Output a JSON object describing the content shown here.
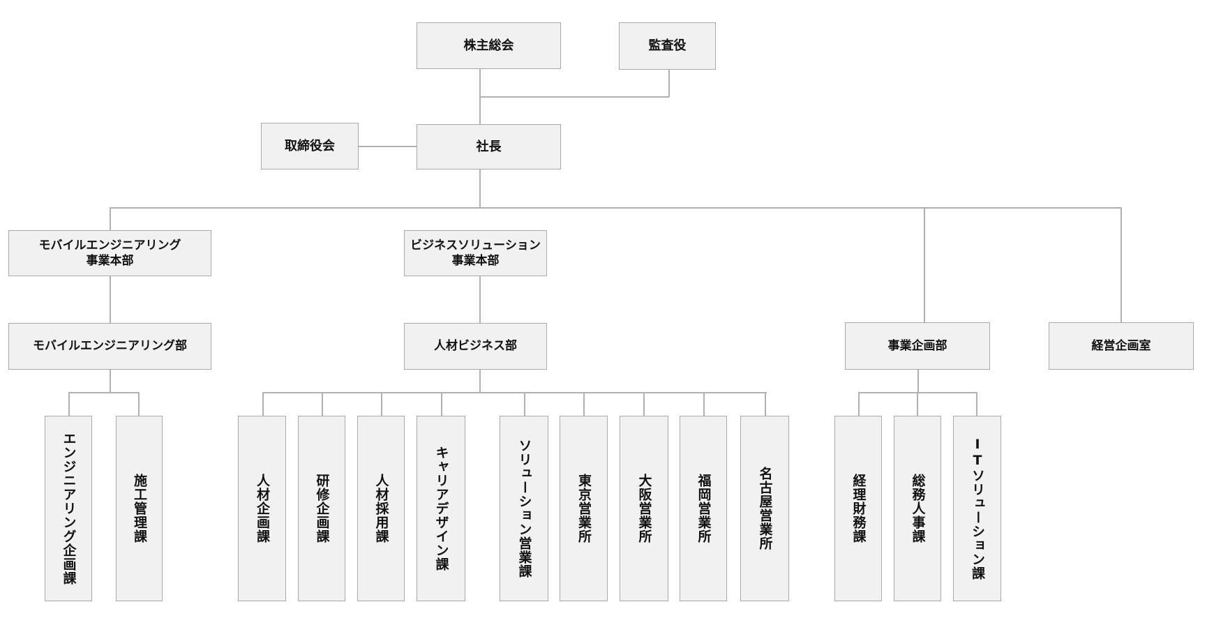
{
  "org_chart": {
    "shareholders_meeting": "株主総会",
    "auditor": "監査役",
    "board_of_directors": "取締役会",
    "president": "社長",
    "mobile_division": {
      "line1": "モバイルエンジニアリング",
      "line2": "事業本部"
    },
    "business_division": {
      "line1": "ビジネスソリューション",
      "line2": "事業本部"
    },
    "mobile_dept": "モバイルエンジニアリング部",
    "hr_business_dept": "人材ビジネス部",
    "planning_dept": "事業企画部",
    "management_office": "経営企画室",
    "mobile_sections": [
      "エンジニアリング企画課",
      "施工管理課"
    ],
    "hr_sections": [
      "人材企画課",
      "研修企画課",
      "人材採用課",
      "キャリアデザイン課",
      "ソリューション営業課",
      "東京営業所",
      "大阪営業所",
      "福岡営業所",
      "名古屋営業所"
    ],
    "planning_sections": [
      "経理財務課",
      "総務人事課",
      "ITソリューション課"
    ]
  }
}
